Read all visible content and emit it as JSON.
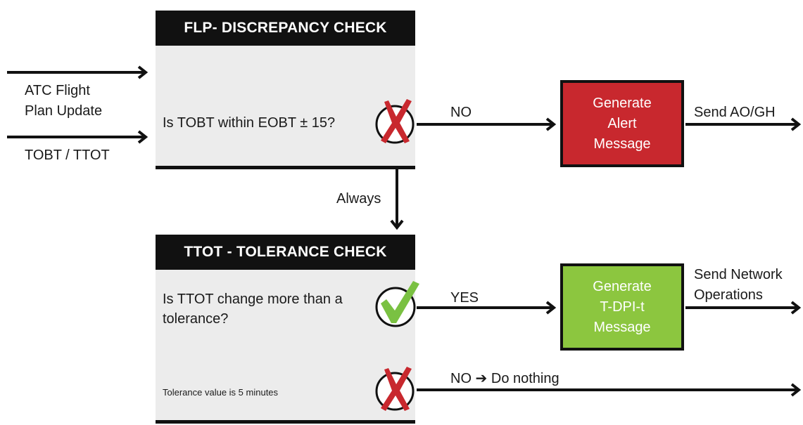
{
  "colors": {
    "dark": "#111111",
    "panel": "#ececec",
    "alert_red": "#c8282e",
    "success_green": "#8cc63f",
    "check_green": "#7ac142",
    "cross_red": "#c8282e"
  },
  "inputs": {
    "line1": "ATC Flight",
    "line2": "Plan Update",
    "line3": "TOBT / TTOT"
  },
  "flp": {
    "title": "FLP- DISCREPANCY CHECK",
    "question": "Is TOBT within EOBT ± 15?",
    "result_icon": "cross-icon",
    "branch_label": "NO",
    "action": {
      "lines": [
        "Generate",
        "Alert",
        "Message"
      ]
    },
    "output": "Send AO/GH"
  },
  "connector": {
    "label": "Always"
  },
  "ttot": {
    "title": "TTOT - TOLERANCE CHECK",
    "question": "Is TTOT change more than a tolerance?",
    "yes_icon": "check-icon",
    "yes_label": "YES",
    "action": {
      "lines": [
        "Generate",
        "T-DPI-t",
        "Message"
      ]
    },
    "output_lines": [
      "Send Network",
      "Operations"
    ],
    "note": "Tolerance value is 5 minutes",
    "no_icon": "cross-icon",
    "no_label": "NO ➔  Do nothing"
  }
}
